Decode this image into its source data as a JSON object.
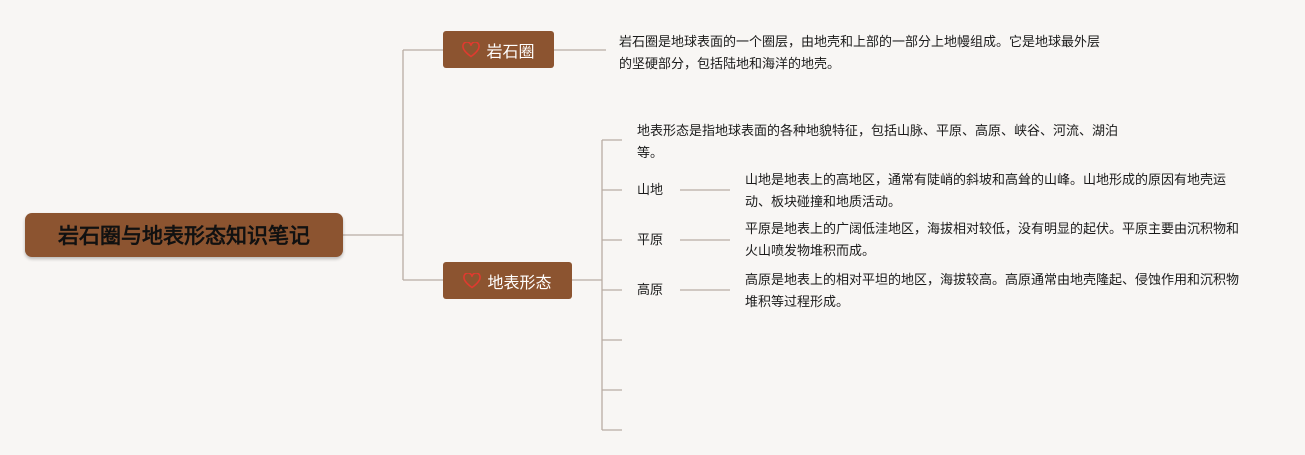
{
  "root": {
    "label": "岩石圈与地表形态知识笔记"
  },
  "branches": [
    {
      "label": "岩石圈",
      "icon": "heart-icon",
      "note": "岩石圈是地球表面的一个圈层，由地壳和上部的一部分上地幔组成。它是地球最外层的坚硬部分，包括陆地和海洋的地壳。"
    },
    {
      "label": "地表形态",
      "icon": "heart-icon",
      "note": "地表形态是指地球表面的各种地貌特征，包括山脉、平原、高原、峡谷、河流、湖泊等。",
      "children": [
        {
          "label": "山地",
          "note": "山地是地表上的高地区，通常有陡峭的斜坡和高耸的山峰。山地形成的原因有地壳运动、板块碰撞和地质活动。"
        },
        {
          "label": "平原",
          "note": "平原是地表上的广阔低洼地区，海拔相对较低，没有明显的起伏。平原主要由沉积物和火山喷发物堆积而成。"
        },
        {
          "label": "高原",
          "note": "高原是地表上的相对平坦的地区，海拔较高。高原通常由地壳隆起、侵蚀作用和沉积物堆积等过程形成。"
        }
      ]
    }
  ],
  "colors": {
    "node_fill": "#8c5430",
    "line": "#b9aca3",
    "heart": "#e03a2f",
    "background": "#f8f6f4"
  }
}
